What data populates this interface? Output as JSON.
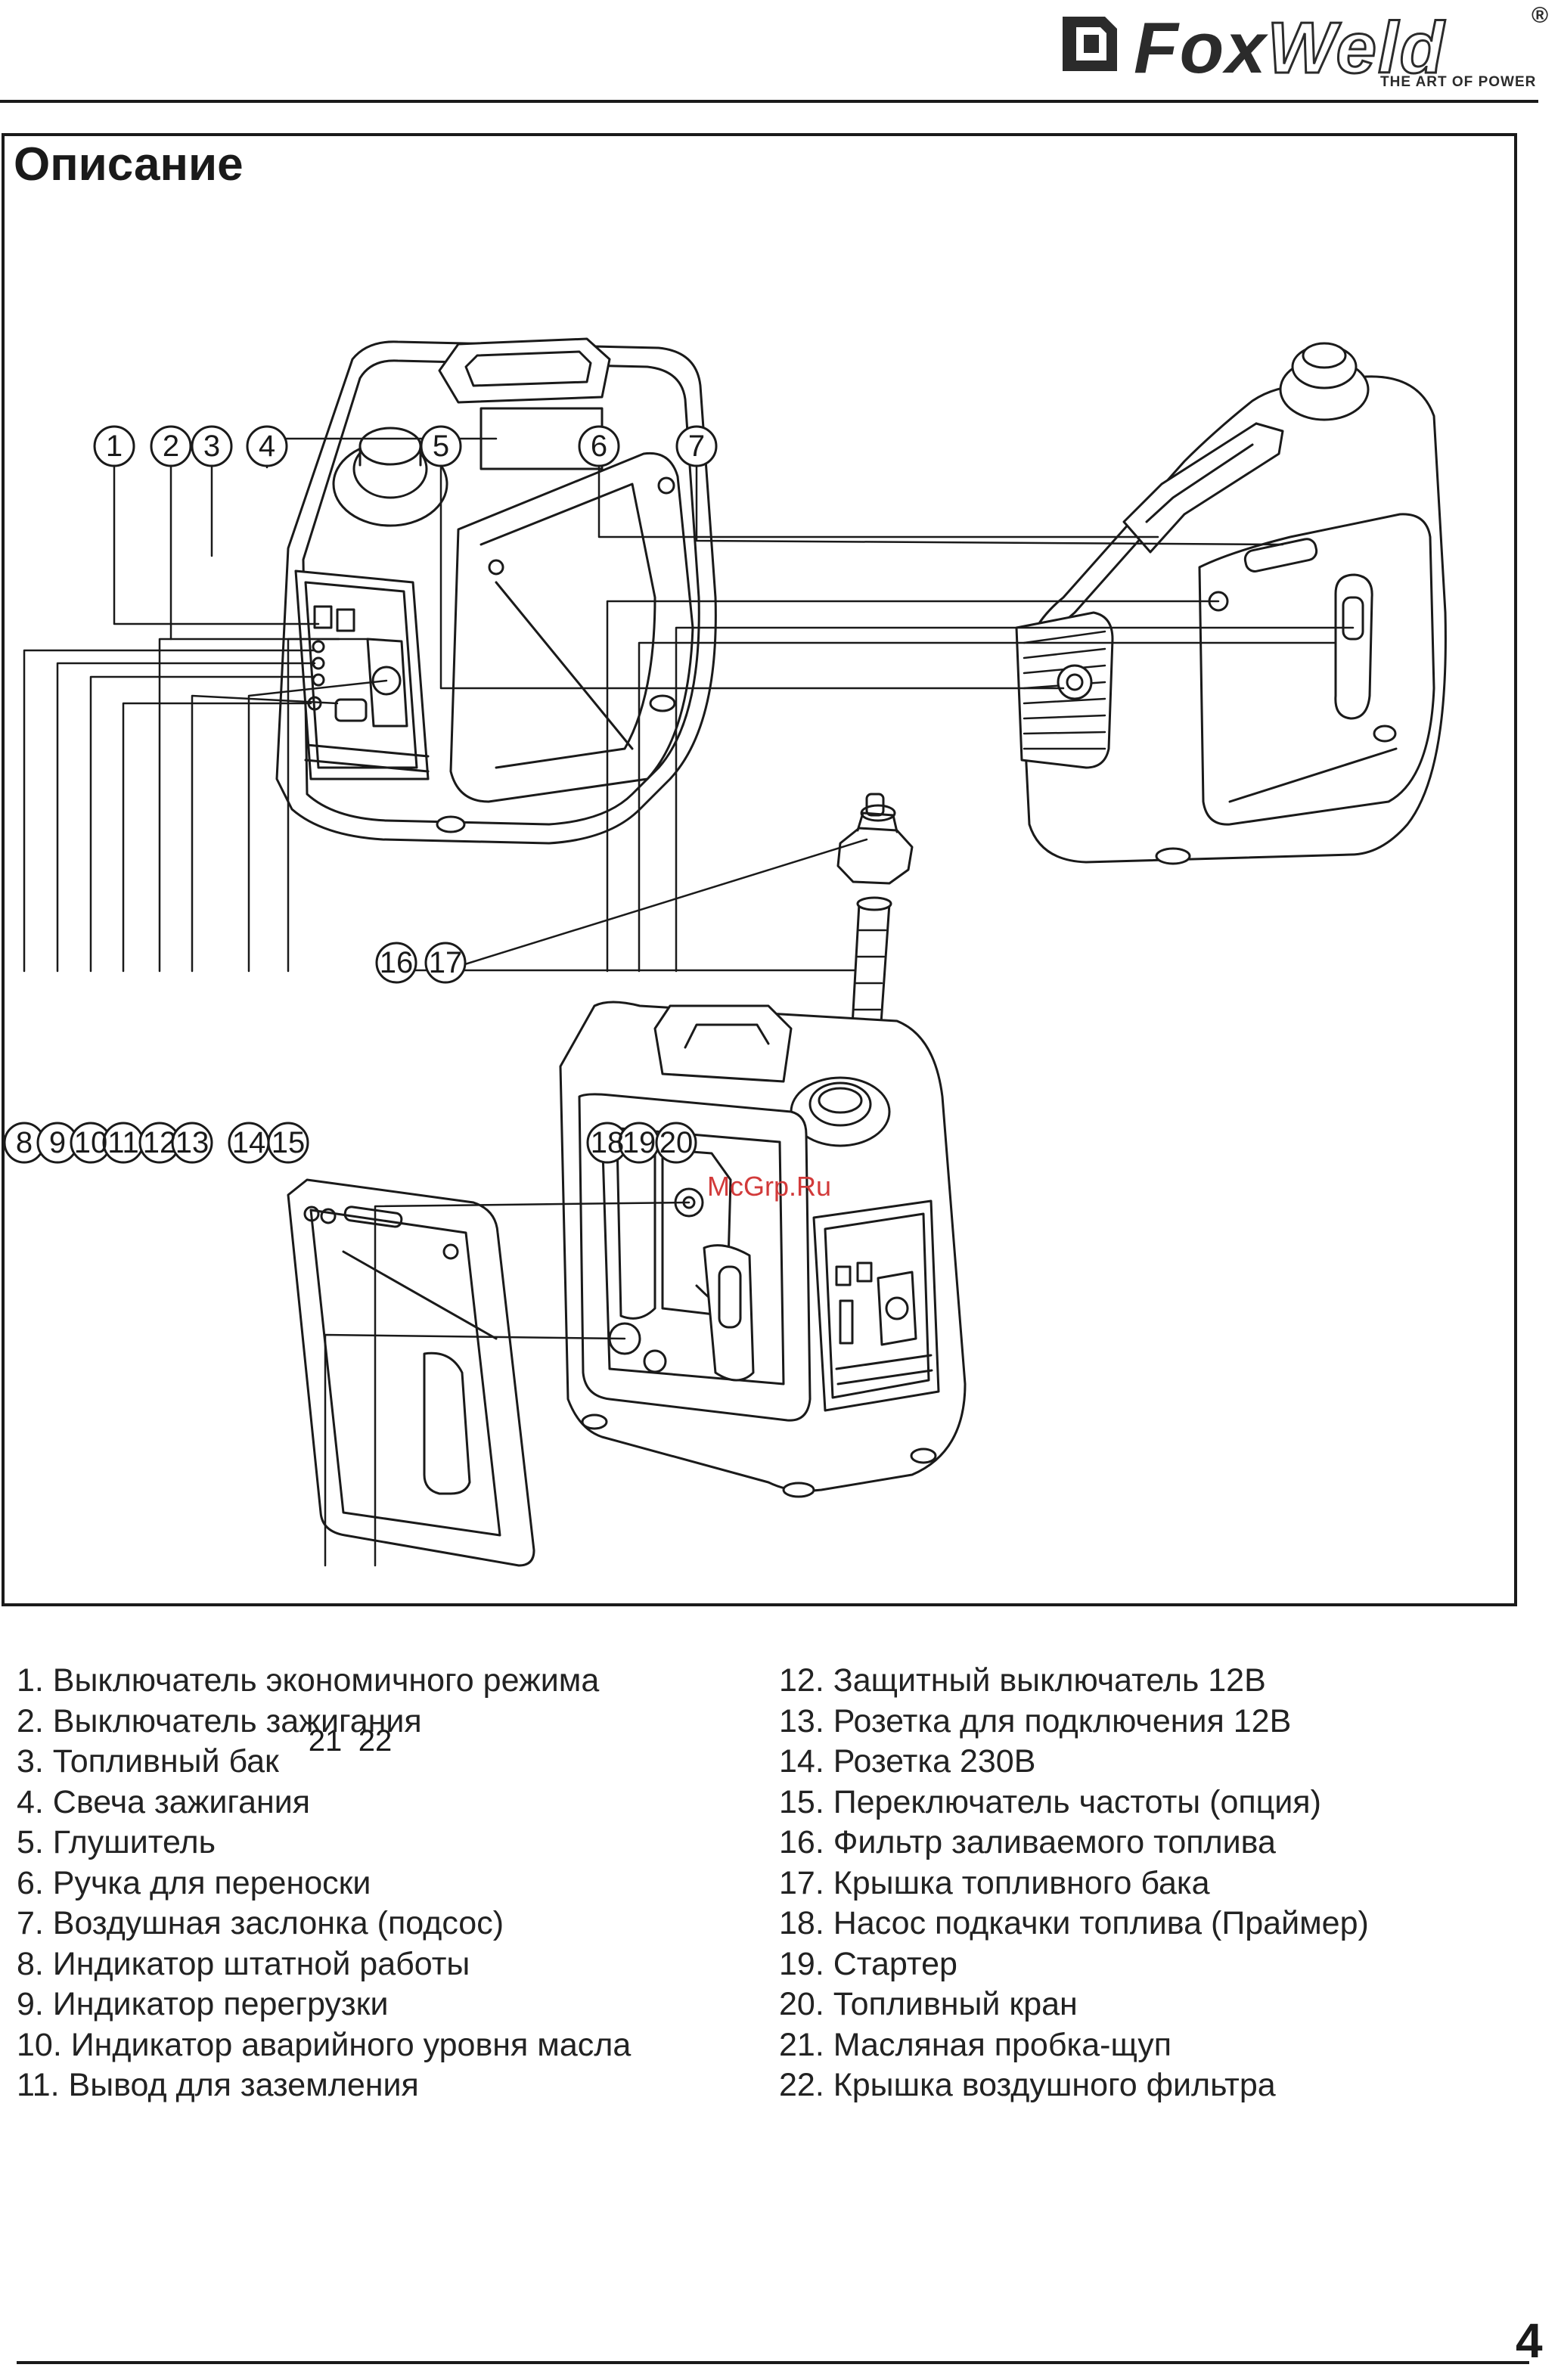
{
  "header": {
    "brand_prefix": "Fox",
    "brand_suffix": "Weld",
    "registered": "®",
    "tagline": "THE ART OF POWER"
  },
  "page_title": "Описание",
  "watermark": "McGrp.Ru",
  "callouts": [
    "1",
    "2",
    "3",
    "4",
    "5",
    "6",
    "7",
    "8",
    "9",
    "10",
    "11",
    "12",
    "13",
    "14",
    "15",
    "16",
    "17",
    "18",
    "19",
    "20",
    "21",
    "22"
  ],
  "legend_left": [
    "1. Выключатель экономичного режима",
    "2. Выключатель зажигания",
    "3. Топливный бак",
    "4. Свеча зажигания",
    "5. Глушитель",
    "6. Ручка для переноски",
    "7. Воздушная заслонка (подсос)",
    "8. Индикатор штатной работы",
    "9. Индикатор перегрузки",
    "10. Индикатор аварийного уровня масла",
    "11. Вывод для заземления"
  ],
  "legend_right": [
    "12. Защитный выключатель 12В",
    "13. Розетка для подключения 12В",
    "14. Розетка 230В",
    "15. Переключатель частоты (опция)",
    "16. Фильтр заливаемого топлива",
    "17. Крышка топливного бака",
    "18. Насос подкачки топлива (Праймер)",
    "19. Стартер",
    "20. Топливный кран",
    "21. Масляная пробка-щуп",
    "22. Крышка воздушного фильтра"
  ],
  "page_number": "4",
  "colors": {
    "ink": "#1a1a1a",
    "watermark": "#d23a3a"
  }
}
